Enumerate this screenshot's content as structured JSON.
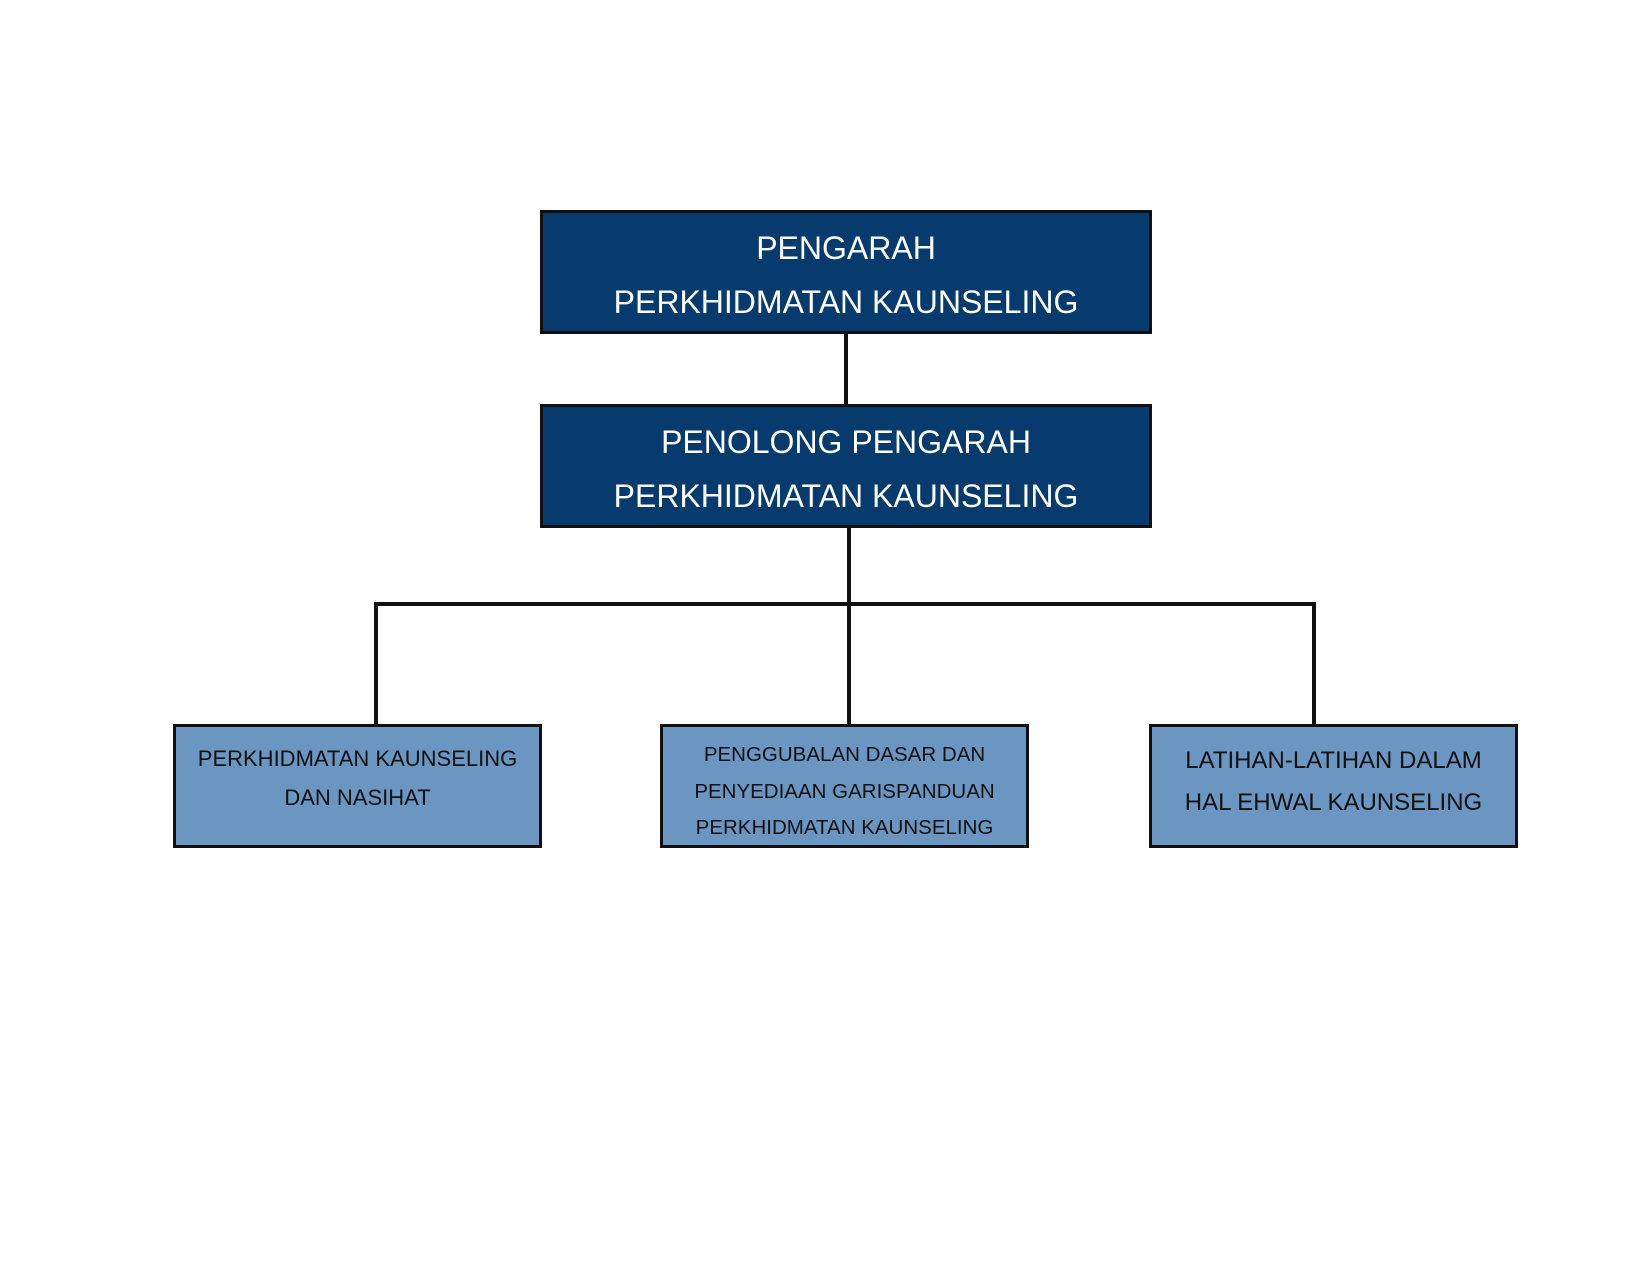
{
  "org_chart": {
    "colors": {
      "dark_box": "#073b6d",
      "light_box": "#6a96c1",
      "border": "#111111",
      "connector": "#111111",
      "dark_text": "#ffffff",
      "light_text": "#111111"
    },
    "director": {
      "lines": [
        "PENGARAH",
        "PERKHIDMATAN KAUNSELING"
      ]
    },
    "assistant_director": {
      "lines": [
        "PENOLONG PENGARAH",
        "PERKHIDMATAN KAUNSELING"
      ]
    },
    "units": [
      {
        "lines": [
          "PERKHIDMATAN KAUNSELING",
          "DAN NASIHAT"
        ]
      },
      {
        "lines": [
          "PENGGUBALAN DASAR DAN",
          "PENYEDIAAN GARISPANDUAN",
          "PERKHIDMATAN KAUNSELING"
        ]
      },
      {
        "lines": [
          "LATIHAN-LATIHAN DALAM",
          "HAL EHWAL KAUNSELING"
        ]
      }
    ]
  }
}
